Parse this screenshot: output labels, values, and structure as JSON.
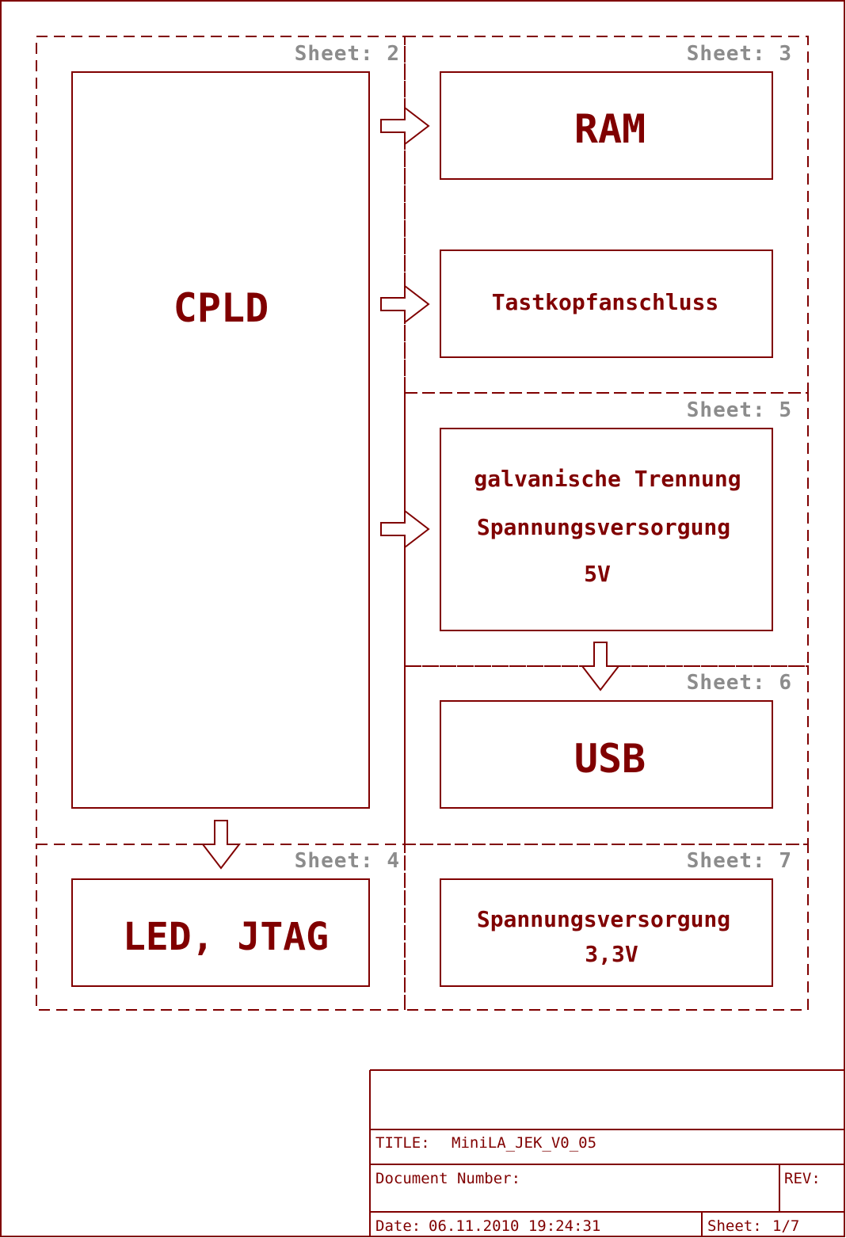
{
  "colors": {
    "line": "#800000",
    "sheet_label": "#8c8c8c",
    "background": "#ffffff"
  },
  "sheets": {
    "s2": "Sheet: 2",
    "s3": "Sheet: 3",
    "s4": "Sheet: 4",
    "s5": "Sheet: 5",
    "s6": "Sheet: 6",
    "s7": "Sheet: 7"
  },
  "blocks": {
    "cpld": "CPLD",
    "ram": "RAM",
    "probe": "Tastkopfanschluss",
    "isolation_line1": "galvanische Trennung",
    "isolation_line2": "Spannungsversorgung",
    "isolation_line3": "5V",
    "usb": "USB",
    "led_jtag": "LED, JTAG",
    "power33_line1": "Spannungsversorgung",
    "power33_line2": "3,3V"
  },
  "title_block": {
    "title_label": "TITLE:",
    "title_value": "MiniLA_JEK_V0_05",
    "docnum_label": "Document Number:",
    "rev_label": "REV:",
    "date_label": "Date:",
    "date_value": "06.11.2010 19:24:31",
    "sheet_label": "Sheet:",
    "sheet_value": "1/7"
  }
}
